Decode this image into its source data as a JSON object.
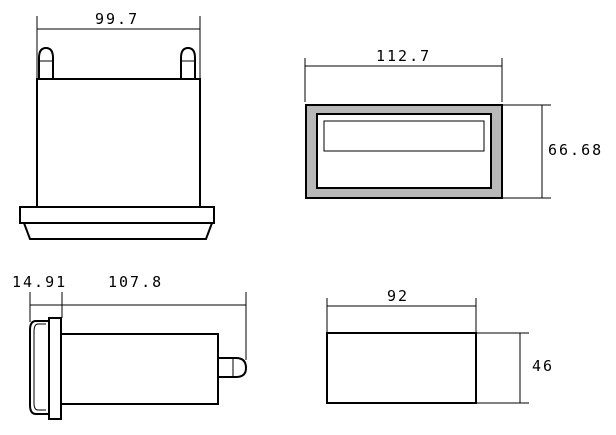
{
  "views": {
    "top_view": {
      "width_label": "99.7"
    },
    "front_view": {
      "width_label": "112.7",
      "height_label": "66.68",
      "bezel_color": "#b8b8b8"
    },
    "side_view": {
      "bezel_label": "14.91",
      "depth_label": "107.8"
    },
    "cutout_view": {
      "width_label": "92",
      "height_label": "46"
    }
  }
}
